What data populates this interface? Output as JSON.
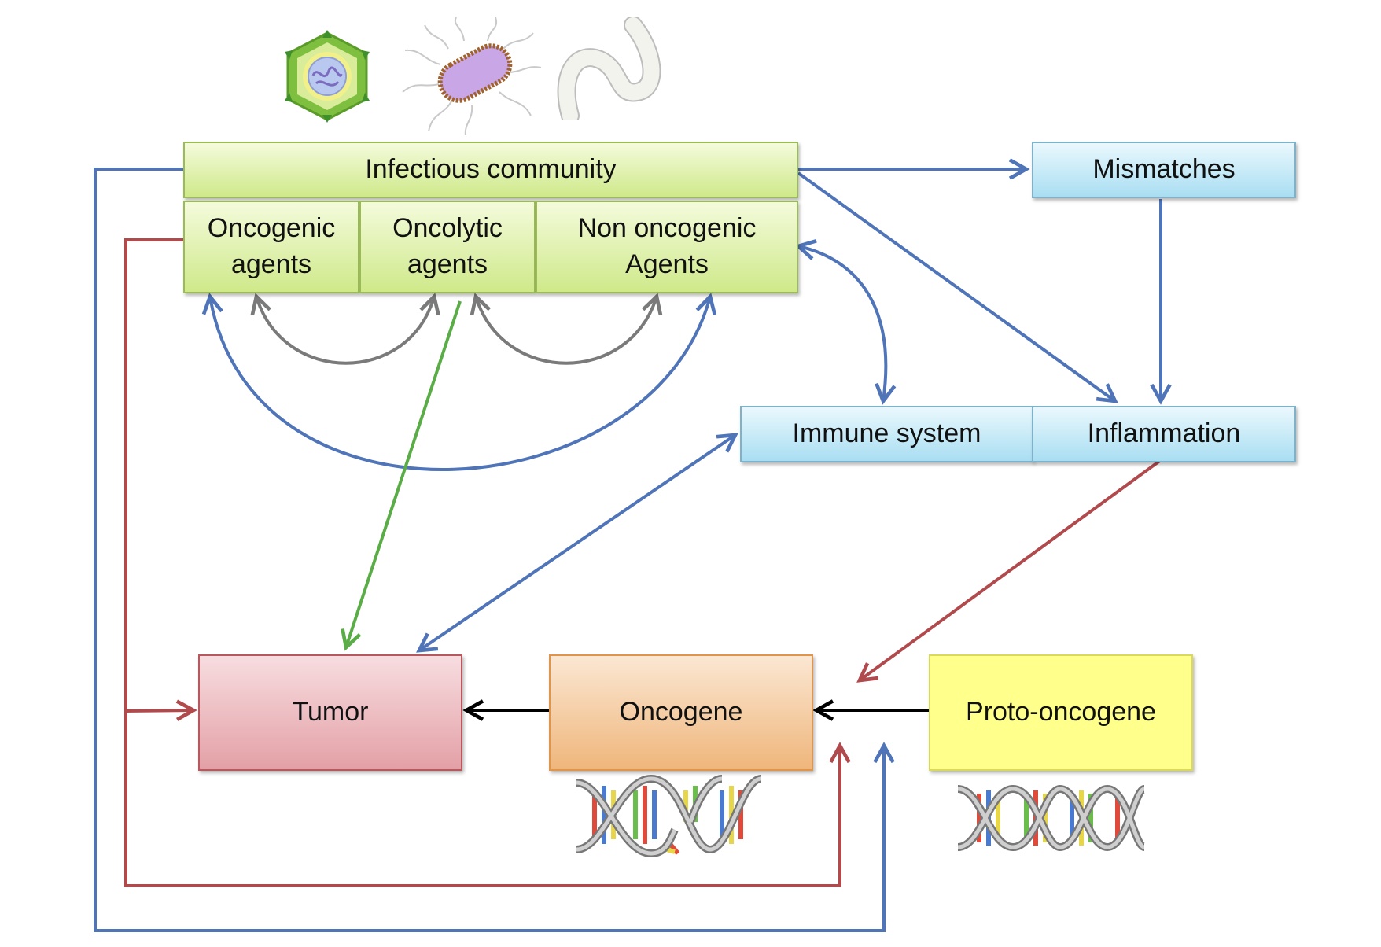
{
  "infectious_community": {
    "title": "Infectious community",
    "agents": [
      {
        "label": "Oncogenic\nagents"
      },
      {
        "label": "Oncolytic\nagents"
      },
      {
        "label": "Non oncogenic\nAgents"
      }
    ]
  },
  "nodes": {
    "mismatches": "Mismatches",
    "immune_system": "Immune system",
    "inflammation": "Inflammation",
    "tumor": "Tumor",
    "oncogene": "Oncogene",
    "proto_oncogene": "Proto-oncogene"
  },
  "pathogen_icons": [
    "virus-icon",
    "bacterium-icon",
    "worm-icon"
  ],
  "dna_icons": [
    "dna-broken-icon",
    "dna-intact-icon"
  ],
  "colors": {
    "blue_arrow": "#4f74b8",
    "red_arrow": "#b04a4d",
    "green_arrow": "#5aad46",
    "gray_arrow": "#7a7a7a",
    "black_arrow": "#000000"
  }
}
